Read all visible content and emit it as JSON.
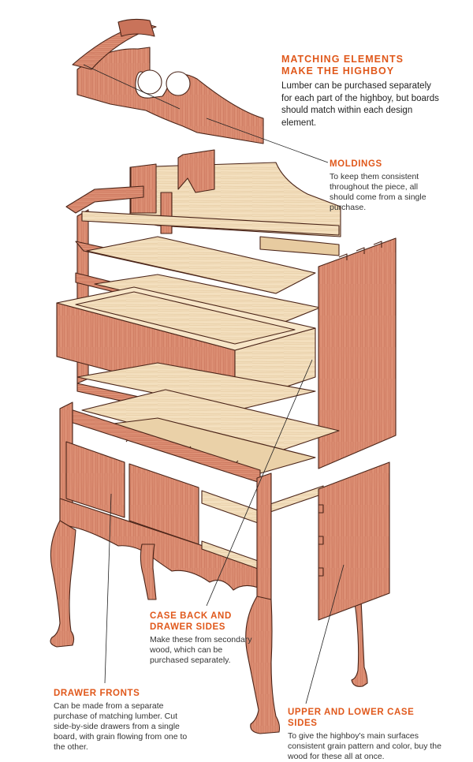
{
  "callouts": {
    "matching": {
      "heading_line1": "MATCHING ELEMENTS",
      "heading_line2": "MAKE THE HIGHBOY",
      "body": "Lumber can be purchased separately for each part of the highboy, but boards should match within each design element."
    },
    "moldings": {
      "heading": "MOLDINGS",
      "body": "To keep them consistent throughout the piece, all should come from a single purchase."
    },
    "case_back": {
      "heading_line1": "CASE BACK AND",
      "heading_line2": "DRAWER SIDES",
      "body": "Make these from secondary wood, which can be purchased separately."
    },
    "drawer_fronts": {
      "heading": "DRAWER FRONTS",
      "body": "Can be made from a separate purchase of matching lumber. Cut side-by-side drawers from a single board, with grain flowing from one to the other."
    },
    "case_sides": {
      "heading": "UPPER AND LOWER CASE SIDES",
      "body": "To give the highboy's main surfaces consistent grain pattern and color, buy the wood for these all at once."
    }
  },
  "colors": {
    "accent": "#e0581b",
    "primary_wood": "#d98a6e",
    "primary_wood_dark": "#b8604a",
    "secondary_wood": "#f0d9b5",
    "secondary_wood_dark": "#d8b889",
    "outline": "#5a2e20"
  },
  "icons": [
    "highboy-illustration"
  ]
}
